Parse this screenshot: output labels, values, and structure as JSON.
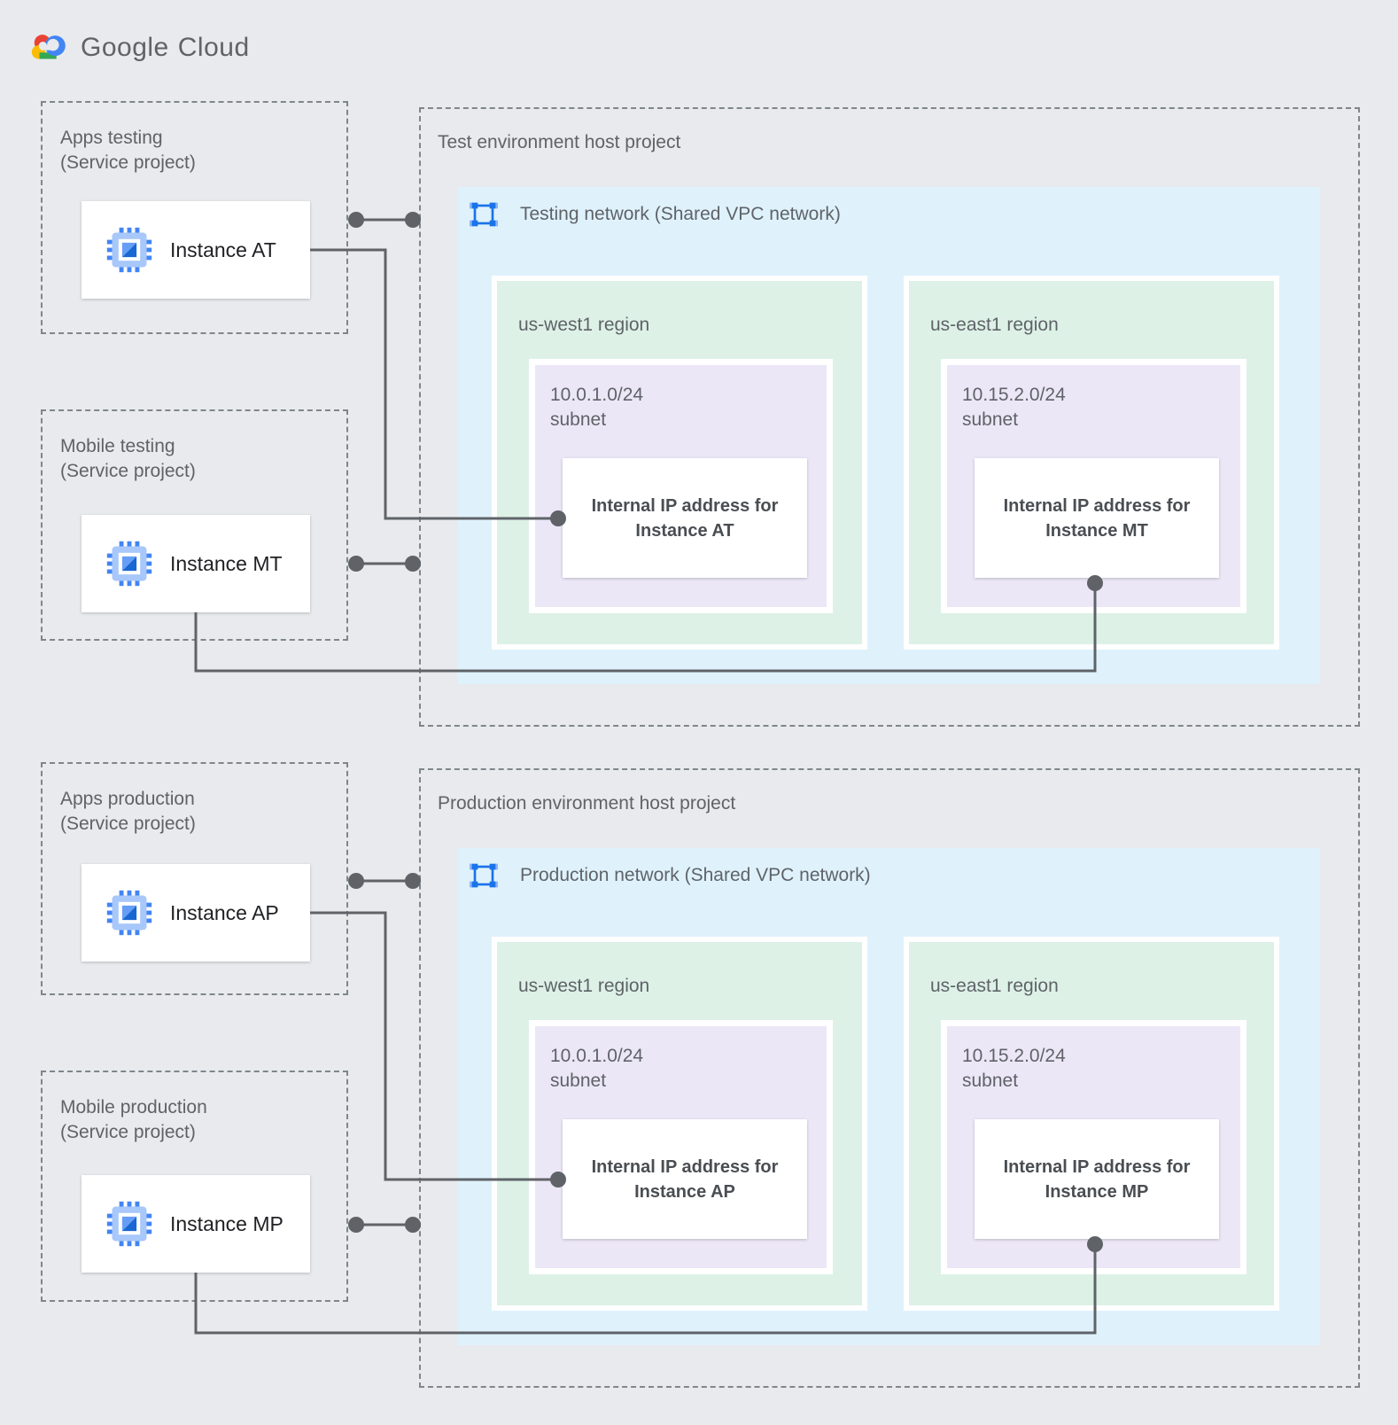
{
  "logo": {
    "google": "Google",
    "cloud": "Cloud"
  },
  "service_projects": [
    {
      "title_line1": "Apps testing",
      "title_line2": "(Service project)",
      "instance_label": "Instance AT"
    },
    {
      "title_line1": "Mobile testing",
      "title_line2": "(Service project)",
      "instance_label": "Instance MT"
    },
    {
      "title_line1": "Apps production",
      "title_line2": "(Service project)",
      "instance_label": "Instance AP"
    },
    {
      "title_line1": "Mobile production",
      "title_line2": "(Service project)",
      "instance_label": "Instance MP"
    }
  ],
  "host_projects": [
    {
      "title": "Test environment host project",
      "network_label": "Testing network (Shared VPC network)",
      "regions": [
        {
          "label": "us-west1 region",
          "subnet_cidr": "10.0.1.0/24",
          "subnet_label": "subnet",
          "ip_line1": "Internal IP address for",
          "ip_line2": "Instance AT"
        },
        {
          "label": "us-east1 region",
          "subnet_cidr": "10.15.2.0/24",
          "subnet_label": "subnet",
          "ip_line1": "Internal IP address for",
          "ip_line2": "Instance MT"
        }
      ]
    },
    {
      "title": "Production environment host project",
      "network_label": "Production network (Shared VPC network)",
      "regions": [
        {
          "label": "us-west1 region",
          "subnet_cidr": "10.0.1.0/24",
          "subnet_label": "subnet",
          "ip_line1": "Internal IP address for",
          "ip_line2": "Instance AP"
        },
        {
          "label": "us-east1 region",
          "subnet_cidr": "10.15.2.0/24",
          "subnet_label": "subnet",
          "ip_line1": "Internal IP address for",
          "ip_line2": "Instance MP"
        }
      ]
    }
  ],
  "colors": {
    "background": "#E8EAED",
    "network_fill": "#DFF2FC",
    "region_fill": "#DDF1E7",
    "subnet_fill": "#ECE7F7",
    "connector": "#5F6368",
    "dashed_border": "#7F868C",
    "text_muted": "#5F6368",
    "text_dark": "#202124",
    "google_blue": "#4285F4",
    "google_red": "#EA4335",
    "google_yellow": "#FBBC04",
    "google_green": "#34A853"
  }
}
